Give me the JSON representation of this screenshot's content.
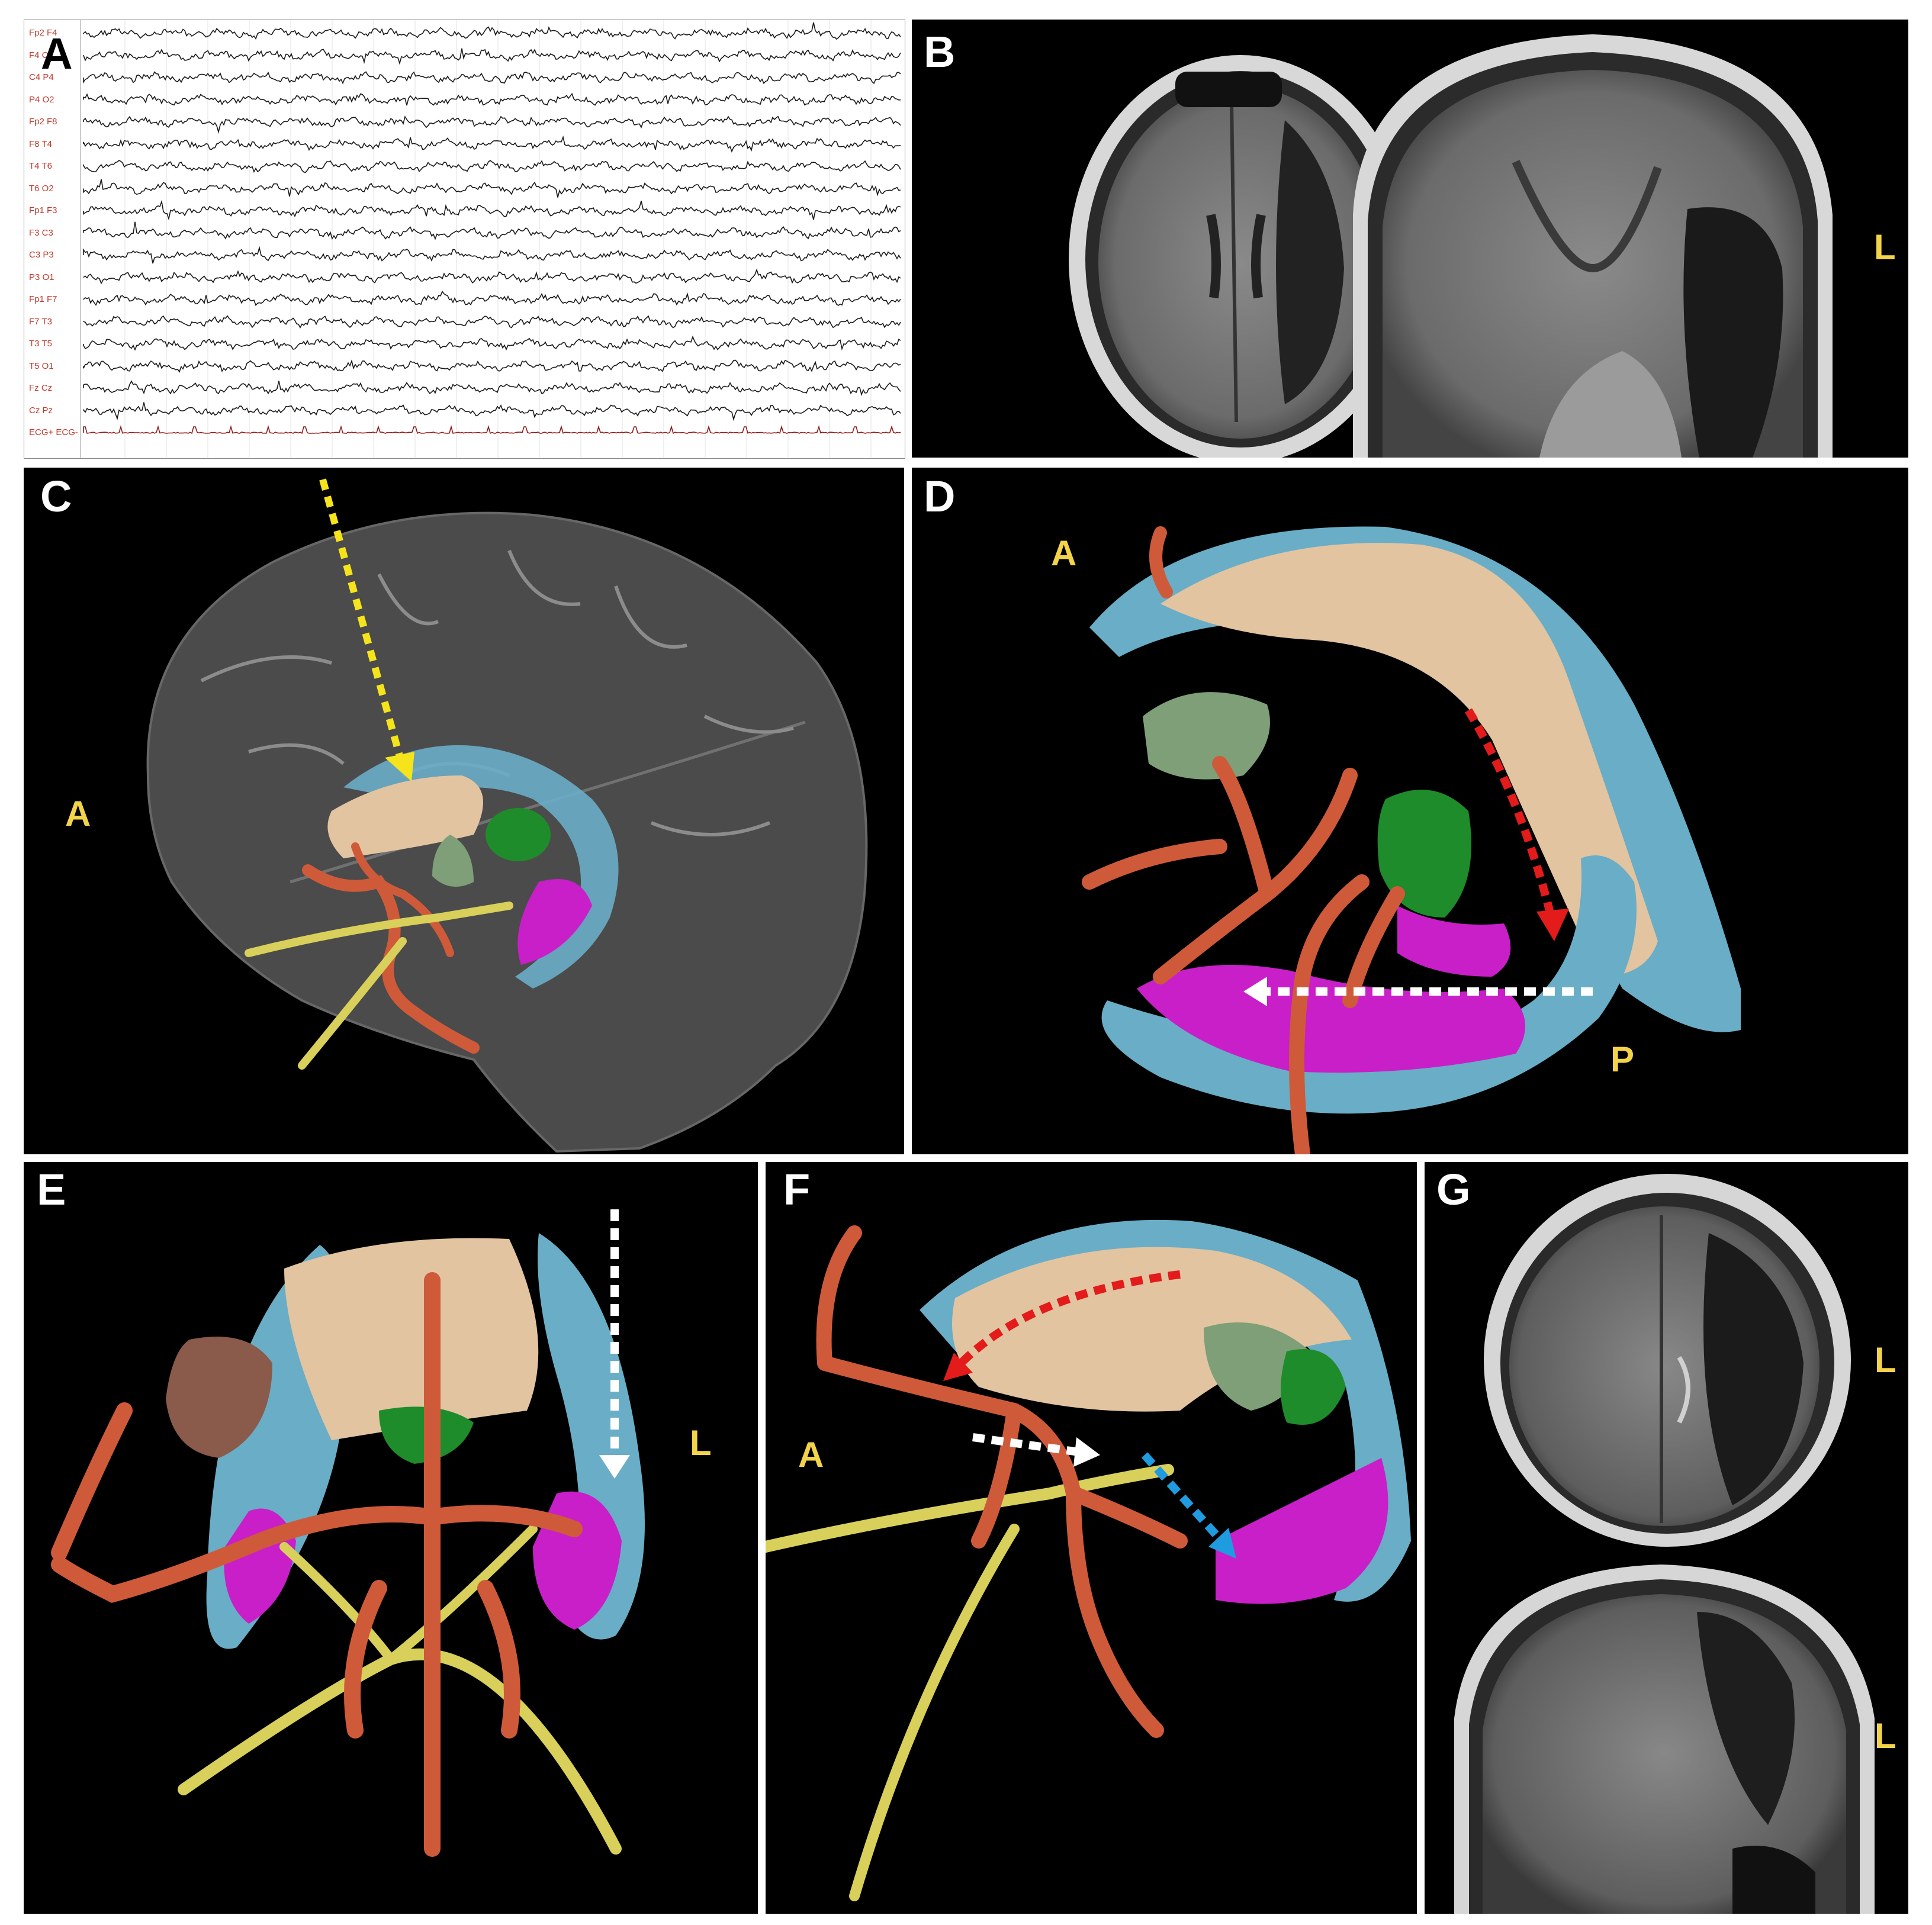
{
  "panels": {
    "A": {
      "label": "A"
    },
    "B": {
      "label": "B",
      "orientation": "L"
    },
    "C": {
      "label": "C",
      "orientation": "A"
    },
    "D": {
      "label": "D",
      "orientation_anterior": "A",
      "orientation_posterior": "P"
    },
    "E": {
      "label": "E",
      "orientation": "L"
    },
    "F": {
      "label": "F",
      "orientation": "A"
    },
    "G": {
      "label": "G",
      "orientation_top": "L",
      "orientation_bottom": "L"
    }
  },
  "eeg": {
    "channels": [
      "Fp2 F4",
      "F4 C4",
      "C4 P4",
      "P4 O2",
      "Fp2 F8",
      "F8 T4",
      "T4 T6",
      "T6 O2",
      "Fp1 F3",
      "F3 C3",
      "C3 P3",
      "P3 O1",
      "Fp1 F7",
      "F7 T3",
      "T3 T5",
      "T5 O1",
      "Fz Cz",
      "Cz Pz",
      "ECG+ ECG-"
    ]
  },
  "colors": {
    "label_white": "#ffffff",
    "label_black": "#000000",
    "orientation_yellow": "#f2d34a",
    "eeg_channel_red": "#c0392b",
    "eeg_trace": "#1a1a1a",
    "ecg_trace": "#8e1b1b",
    "ventricle_blue": "#6aadc6",
    "fornix_tan": "#e2c4a0",
    "hippocampus_magenta": "#c81fc8",
    "thalamus_green": "#1e8c2a",
    "basal_ganglia_green": "#7e9f78",
    "artery_orange": "#cf5a3a",
    "nerve_yellow": "#d8d05a",
    "arrow_yellow": "#f5e31c",
    "arrow_red": "#e31b1b",
    "arrow_white": "#ffffff",
    "arrow_blue": "#1f9be0"
  }
}
